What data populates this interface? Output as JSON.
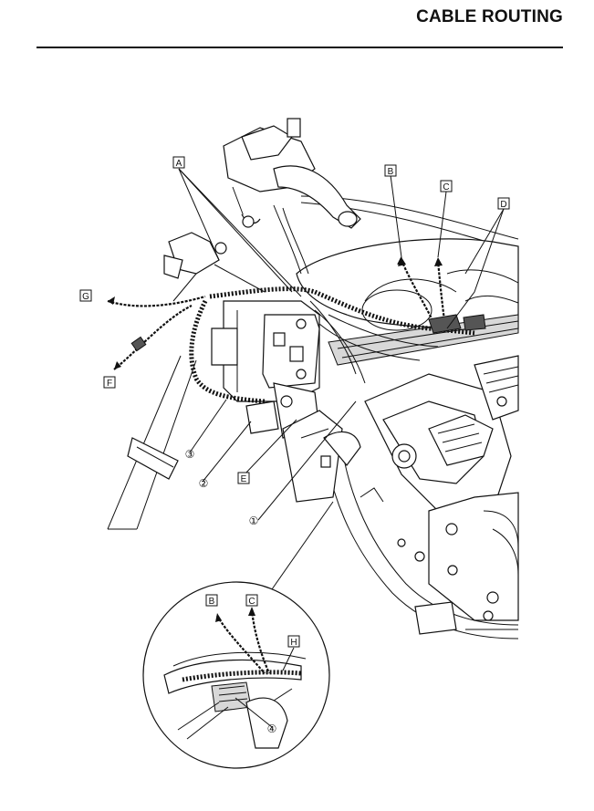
{
  "header": {
    "title": "CABLE ROUTING"
  },
  "labels": {
    "A": "A",
    "B": "B",
    "C": "C",
    "D": "D",
    "E": "E",
    "F": "F",
    "G": "G",
    "H": "H",
    "inset_B": "B",
    "inset_C": "C"
  },
  "numbers": {
    "n1": "①",
    "n2": "②",
    "n3": "③",
    "n4": "④"
  }
}
